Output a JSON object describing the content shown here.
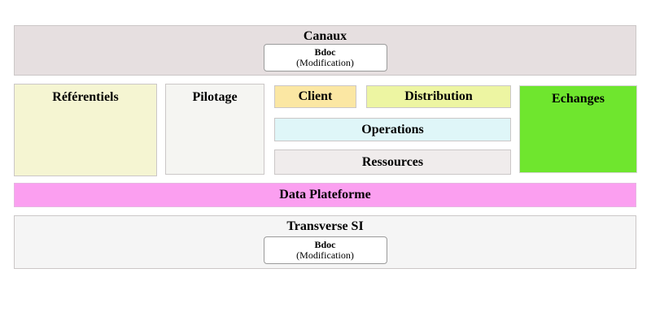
{
  "diagram": {
    "canaux": {
      "label": "Canaux",
      "bdoc": {
        "name": "Bdoc",
        "detail": "(Modification)"
      }
    },
    "referentiels": {
      "label": "Référentiels"
    },
    "pilotage": {
      "label": "Pilotage"
    },
    "client": {
      "label": "Client"
    },
    "distribution": {
      "label": "Distribution"
    },
    "operations": {
      "label": "Operations"
    },
    "ressources": {
      "label": "Ressources"
    },
    "echanges": {
      "label": "Echanges"
    },
    "data_plateforme": {
      "label": "Data Plateforme"
    },
    "transverse_si": {
      "label": "Transverse SI",
      "bdoc": {
        "name": "Bdoc",
        "detail": "(Modification)"
      }
    }
  },
  "colors": {
    "canaux_bg": "#e6dfe0",
    "referentiels_bg": "#f5f5d2",
    "pilotage_bg": "#f5f5f2",
    "client_bg": "#fbe7a3",
    "distribution_bg": "#edf5a2",
    "operations_bg": "#dff6f8",
    "ressources_bg": "#f0ecec",
    "echanges_bg": "#6fe62e",
    "data_plateforme_bg": "#fb9ff0",
    "transverse_si_bg": "#f5f5f5",
    "bdoc_box_bg": "#ffffff",
    "border": "#cbc7c7",
    "text": "#000000"
  }
}
